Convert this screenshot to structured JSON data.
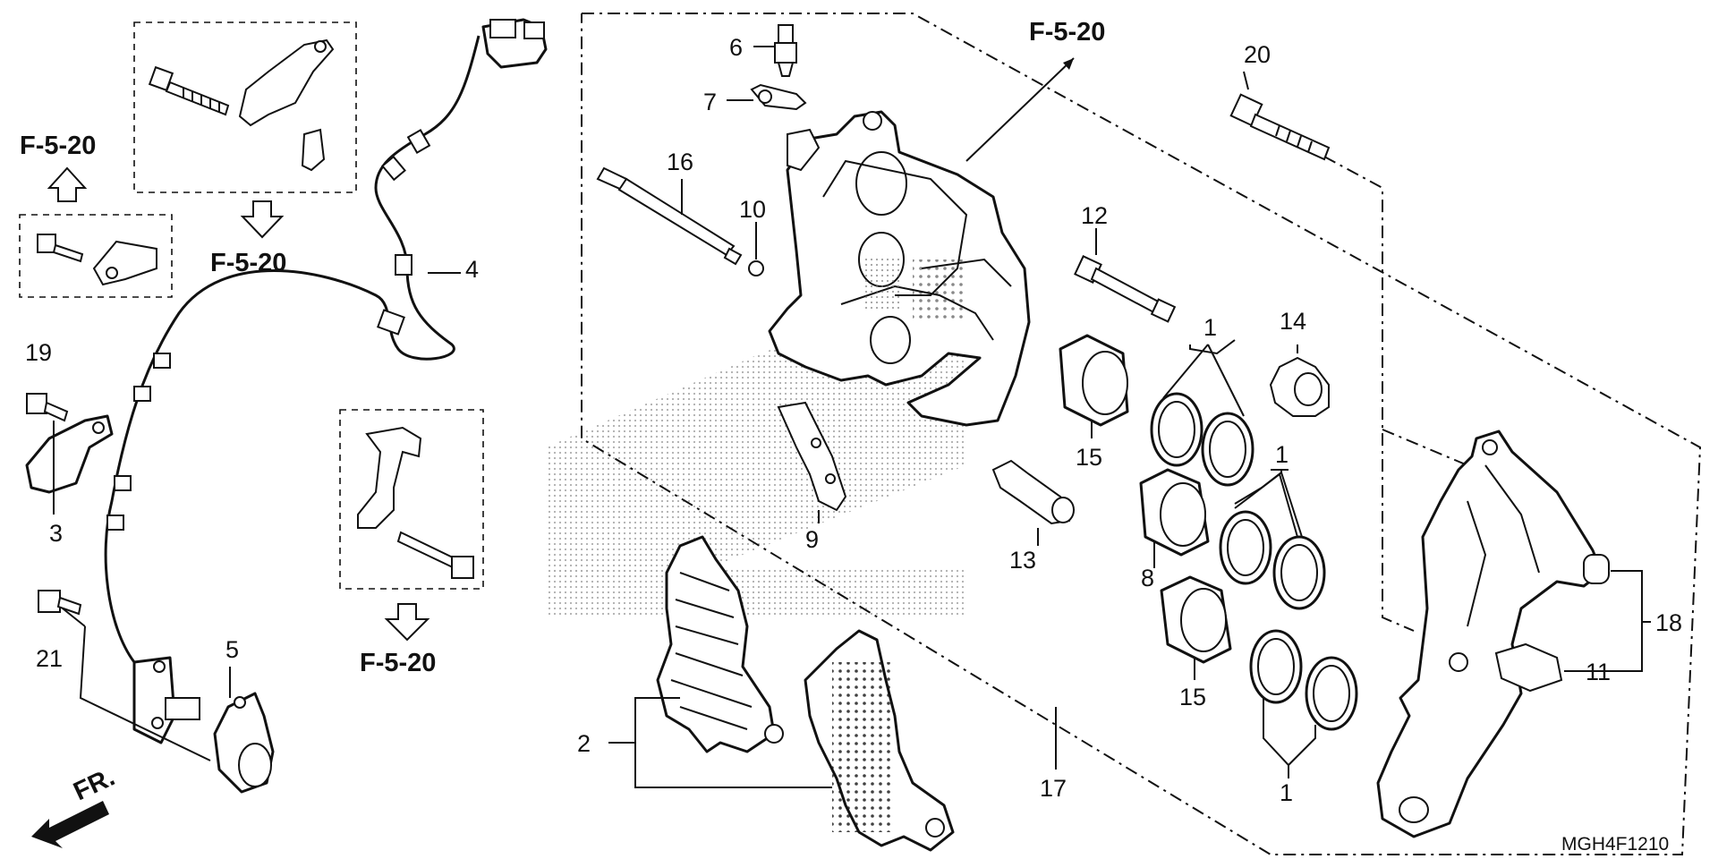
{
  "diagram": {
    "code": "MGH4F1210",
    "front_marker": "FR.",
    "refs": [
      {
        "id": "ref-top-left",
        "text": "F-5-20"
      },
      {
        "id": "ref-box-bracket",
        "text": "F-5-20"
      },
      {
        "id": "ref-box-sensor-clamp",
        "text": "F-5-20"
      },
      {
        "id": "ref-caliper-top",
        "text": "F-5-20"
      }
    ],
    "callouts": [
      "1",
      "1",
      "1",
      "2",
      "3",
      "4",
      "5",
      "6",
      "7",
      "8",
      "9",
      "10",
      "11",
      "12",
      "13",
      "14",
      "15",
      "15",
      "16",
      "17",
      "18",
      "19",
      "20",
      "21"
    ]
  },
  "colors": {
    "line": "#111111",
    "background": "#ffffff",
    "stipple": "#777777"
  }
}
